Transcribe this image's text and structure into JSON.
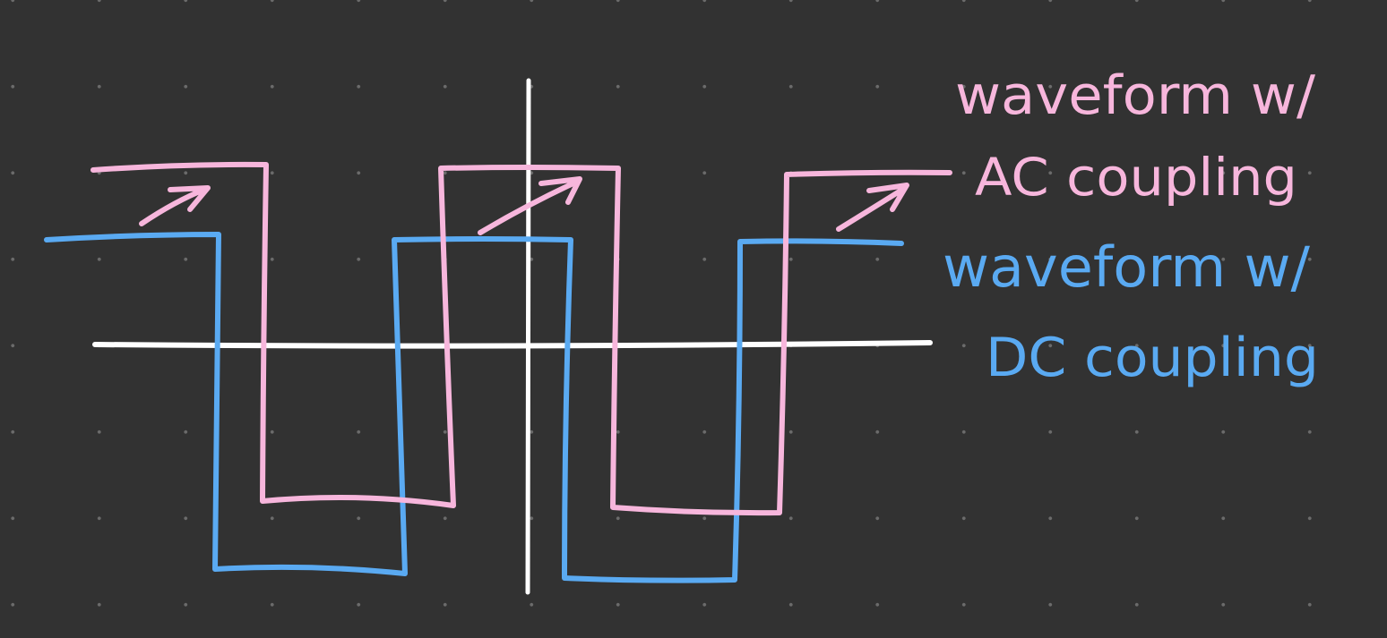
{
  "colors": {
    "background": "#323232",
    "grid_dot": "#8a8a8a",
    "ac_waveform": "#f7b6dc",
    "dc_waveform": "#5aaaf2",
    "axes": "#ffffff"
  },
  "labels": {
    "ac_line1": "waveform w/",
    "ac_line2": "AC coupling",
    "dc_line1": "waveform w/",
    "dc_line2": "DC coupling"
  },
  "legend_placement": "right",
  "icons": [
    "arrow-icon",
    "arrow-icon",
    "arrow-icon"
  ]
}
